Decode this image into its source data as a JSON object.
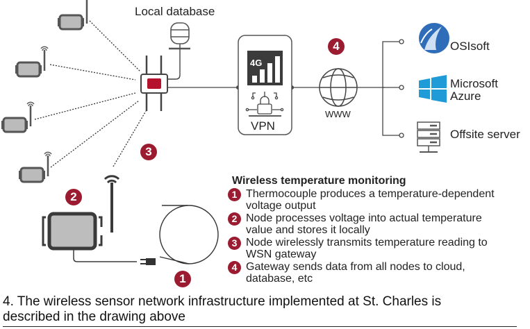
{
  "labels": {
    "local_database": "Local database",
    "vpn": "VPN",
    "cellular": "4G",
    "www": "WWW",
    "osisoft": "OSIsoft",
    "azure_line1": "Microsoft",
    "azure_line2": "Azure",
    "offsite_server": "Offsite server"
  },
  "badges": [
    "1",
    "2",
    "3",
    "4"
  ],
  "legend": {
    "title": "Wireless temperature monitoring",
    "items": [
      {
        "num": "1",
        "line1": "Thermocouple produces a temperature-dependent",
        "line2": "voltage output"
      },
      {
        "num": "2",
        "line1": "Node processes voltage into actual temperature",
        "line2": "value and stores it locally"
      },
      {
        "num": "3",
        "line1": "Node wirelessly transmits temperature reading to",
        "line2": "WSN gateway"
      },
      {
        "num": "4",
        "line1": "Gateway sends data from all nodes to cloud,",
        "line2": "database, etc"
      }
    ]
  },
  "caption": {
    "line1": "4. The wireless sensor network infrastructure implemented at St. Charles is",
    "line2": "described in the drawing above"
  },
  "colors": {
    "badge": "#9b1c30",
    "azure": "#1f9bd7",
    "osisoft": "#2f6db8",
    "device_fill": "#b9b9b9",
    "stroke": "#3a3a3a"
  }
}
